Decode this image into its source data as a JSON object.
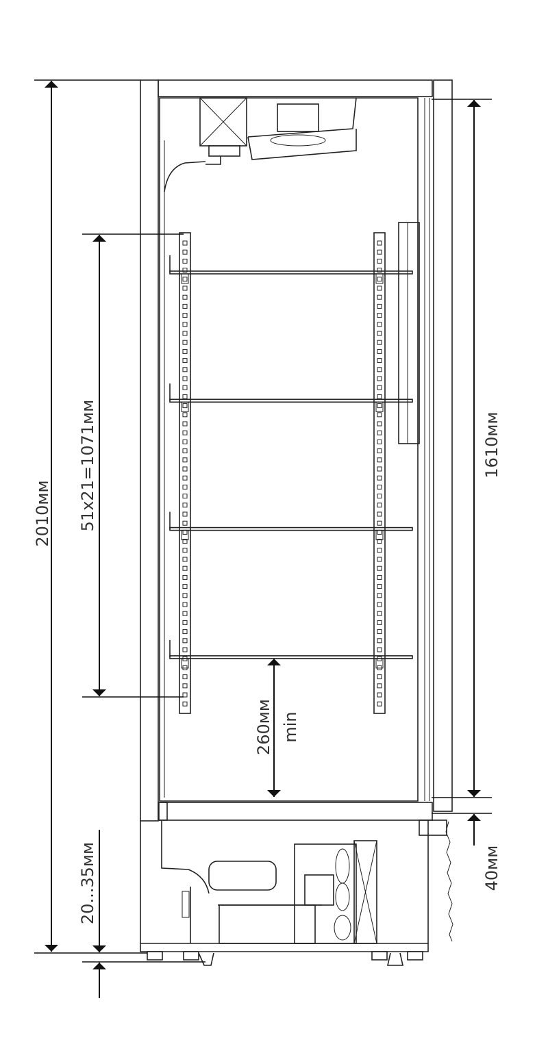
{
  "dimensions": {
    "total_height": "2010мм",
    "shelf_range": "51x21=1071мм",
    "door_height": "1610мм",
    "shelf_gap": "260мм",
    "shelf_gap_note": "min",
    "feet_adjust": "20...35мм",
    "bottom_offset": "40мм"
  },
  "shelves_count": 4,
  "colors": {
    "line": "#222222",
    "background": "#ffffff"
  }
}
